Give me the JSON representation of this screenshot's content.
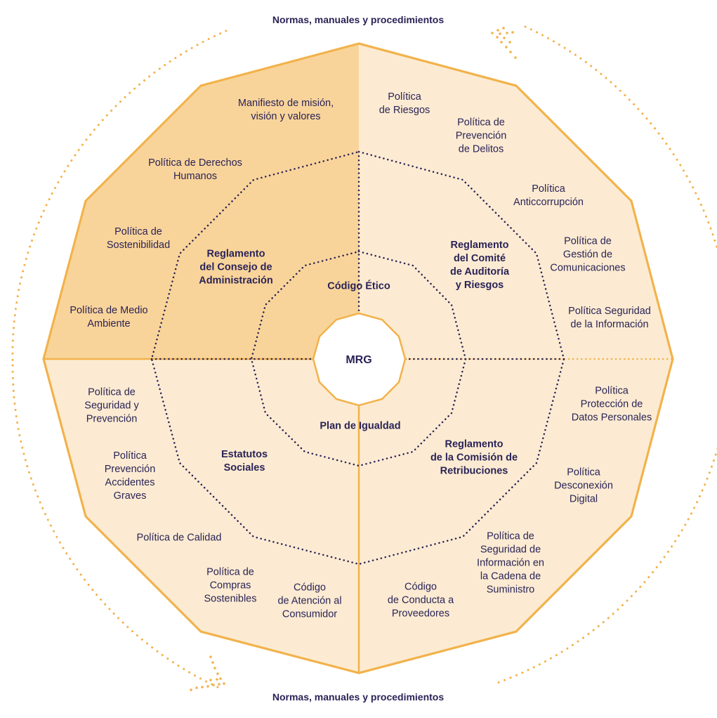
{
  "header": {
    "top_caption": "Normas, manuales  y procedimientos",
    "bottom_caption": "Normas, manuales  y procedimientos"
  },
  "center_label": "MRG",
  "inner_ring": {
    "codigo_etico": "Código Ético",
    "plan_igualdad": "Plan de Igualdad"
  },
  "middle_ring": {
    "reglamento_consejo": "Reglamento\ndel Consejo de\nAdministración",
    "reglamento_auditoria": "Reglamento\ndel Comité\nde Auditoría\ny Riesgos",
    "estatutos": "Estatutos\nSociales",
    "reglamento_retribuciones": "Reglamento\nde la Comisión de\nRetribuciones"
  },
  "outer_ring": {
    "manifiesto": "Manifiesto de misión,\nvisión y valores",
    "derechos_humanos": "Política de Derechos\nHumanos",
    "sostenibilidad": "Política de\nSostenibilidad",
    "medio_ambiente": "Política de Medio\nAmbiente",
    "riesgos": "Política\nde Riesgos",
    "prevencion_delitos": "Política de\nPrevención\nde Delitos",
    "anticorrupcion": "Política\nAnticcorrupción",
    "comunicaciones": "Política de\nGestión de\nComunicaciones",
    "seguridad_info": "Política Seguridad\nde la Información",
    "proteccion_datos": "Política\nProtección de\nDatos Personales",
    "desconexion": "Política\nDesconexión\nDigital",
    "cadena_suministro": "Política de\nSeguridad de\nInformación en\nla Cadena de\nSuministro",
    "conducta_proveedores": "Código\nde Conducta a\nProveedores",
    "atencion_consumidor": "Código\nde Atención al\nConsumidor",
    "compras_sostenibles": "Política de\nCompras\nSostenibles",
    "calidad": "Política de Calidad",
    "accidentes_graves": "Política\nPrevención\nAccidentes\nGraves",
    "seguridad_prevencion": "Política de\nSeguridad y\nPrevención"
  },
  "colors": {
    "fill_light": "#fcebd2",
    "fill_dark": "#f9d49a",
    "outline": "#f2b24b",
    "dots_dark": "#2a2357",
    "dots_orange": "#f2b24b",
    "text": "#2a2357"
  }
}
